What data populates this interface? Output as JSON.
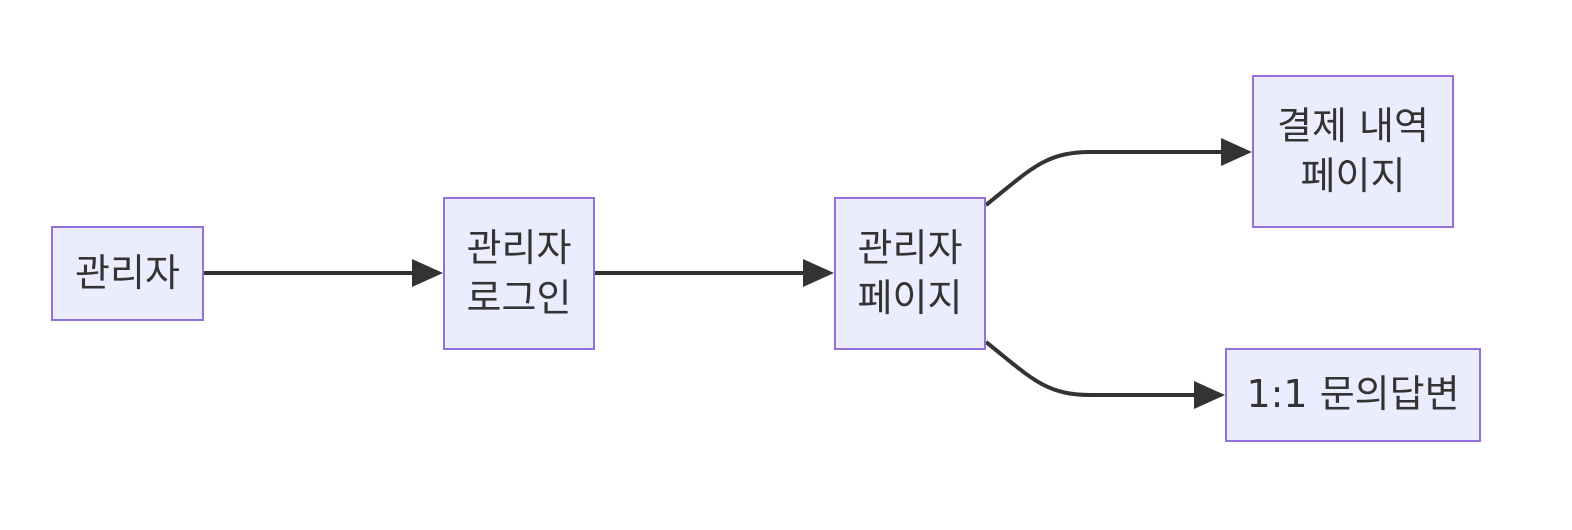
{
  "nodes": {
    "admin": {
      "label": "관리자"
    },
    "login": {
      "label": "관리자\n로그인"
    },
    "page": {
      "label": "관리자\n페이지"
    },
    "payment": {
      "label": "결제 내역\n페이지"
    },
    "inquiry": {
      "label": "1:1 문의답변"
    }
  },
  "edges": [
    {
      "from": "admin",
      "to": "login"
    },
    {
      "from": "login",
      "to": "page"
    },
    {
      "from": "page",
      "to": "payment"
    },
    {
      "from": "page",
      "to": "inquiry"
    }
  ],
  "colors": {
    "node_fill": "#ECECFF",
    "node_border": "#9370DB",
    "text": "#333333",
    "edge": "#333333"
  }
}
